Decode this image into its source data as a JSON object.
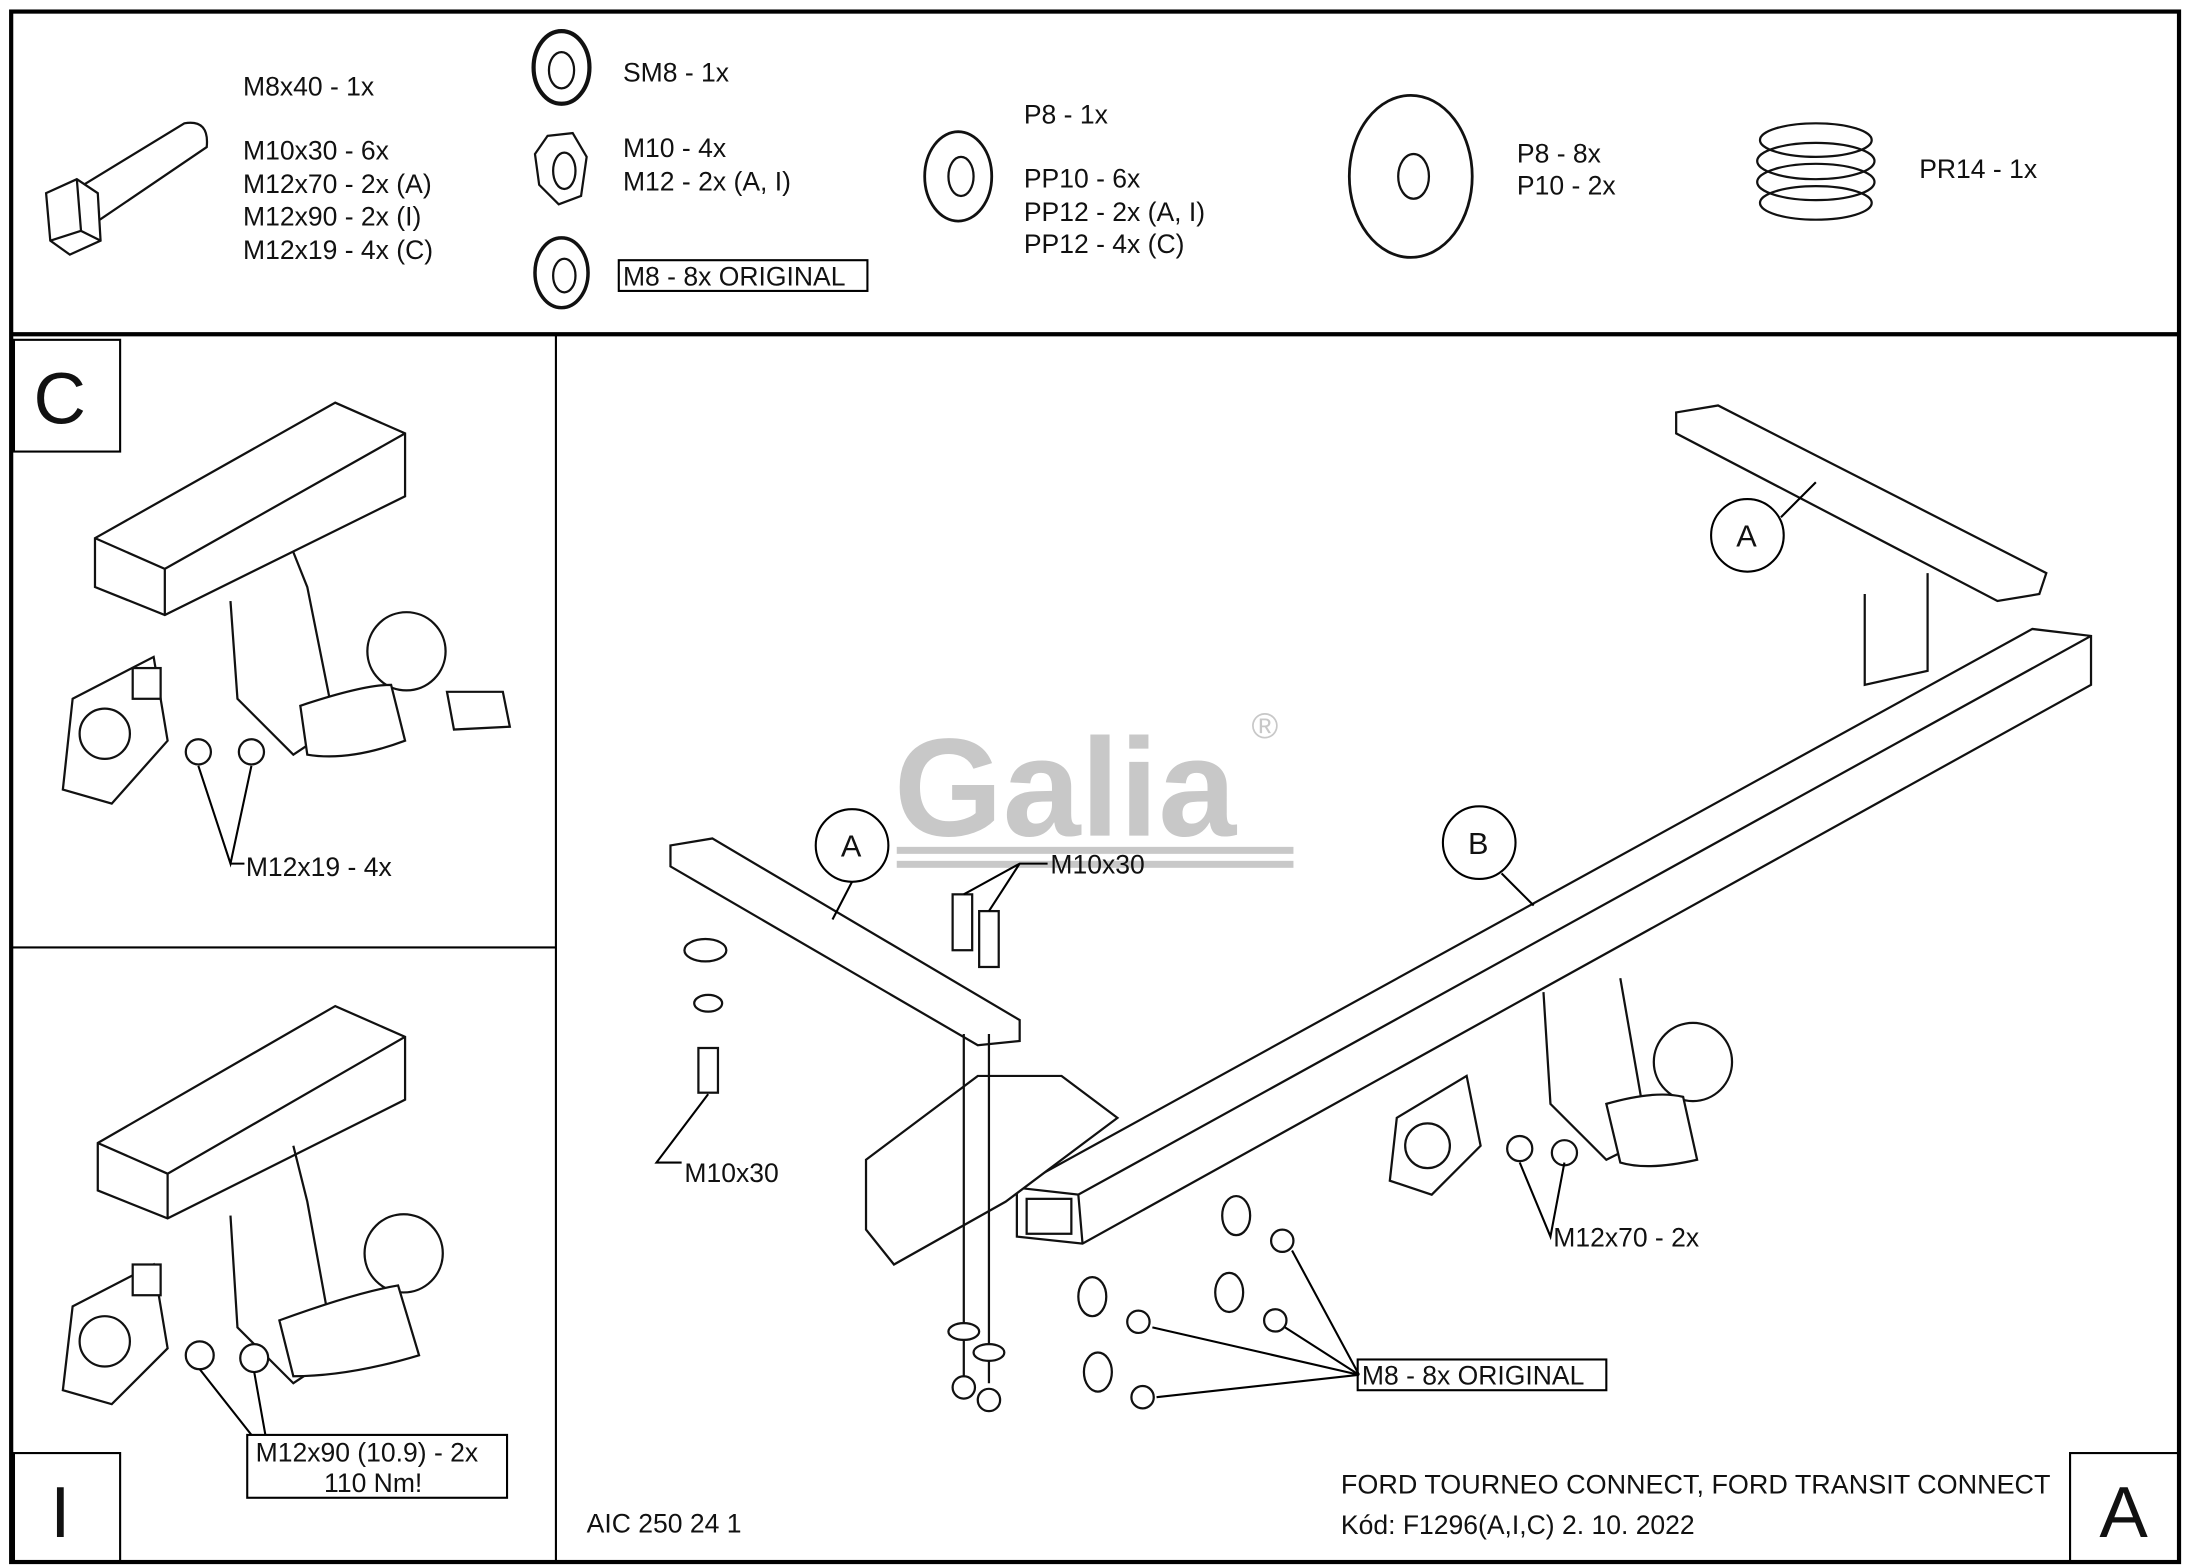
{
  "parts": {
    "bolt": [
      "M8x40 - 1x",
      "M10x30 - 6x",
      "M12x70 - 2x (A)",
      "M12x90 - 2x (I)",
      "M12x19 - 4x (C)"
    ],
    "locknut": "SM8 - 1x",
    "nut": [
      "M10 - 4x",
      "M12 - 2x (A, I)"
    ],
    "flange_nut": "M8 - 8x ORIGINAL",
    "washer_small": [
      "P8 - 1x",
      "PP10 - 6x",
      "PP12 - 2x (A, I)",
      "PP12 - 4x (C)"
    ],
    "washer_large": [
      "P8 - 8x",
      "P10 - 2x"
    ],
    "spring": "PR14 - 1x"
  },
  "view_c": {
    "letter": "C",
    "callout": "M12x19 - 4x"
  },
  "view_i": {
    "letter": "I",
    "callout_line1": "M12x90 (10.9) - 2x",
    "callout_line2": "110 Nm!"
  },
  "main": {
    "letter": "A",
    "logo": "Galia",
    "logo_mark": "®",
    "bracket_label": "A",
    "bar_label": "B",
    "bolt_callout_top": "M10x30",
    "bolt_callout_left": "M10x30",
    "ball_callout": "M12x70 - 2x",
    "nut_callout": "M8 - 8x ORIGINAL",
    "aic_code": "AIC 250 24 1",
    "vehicle": "FORD TOURNEO CONNECT, FORD TRANSIT CONNECT",
    "code_line": "Kód: F1296(A,I,C)  2. 10. 2022"
  },
  "colors": {
    "line": "#111111",
    "logo": "#c8c8c8"
  }
}
